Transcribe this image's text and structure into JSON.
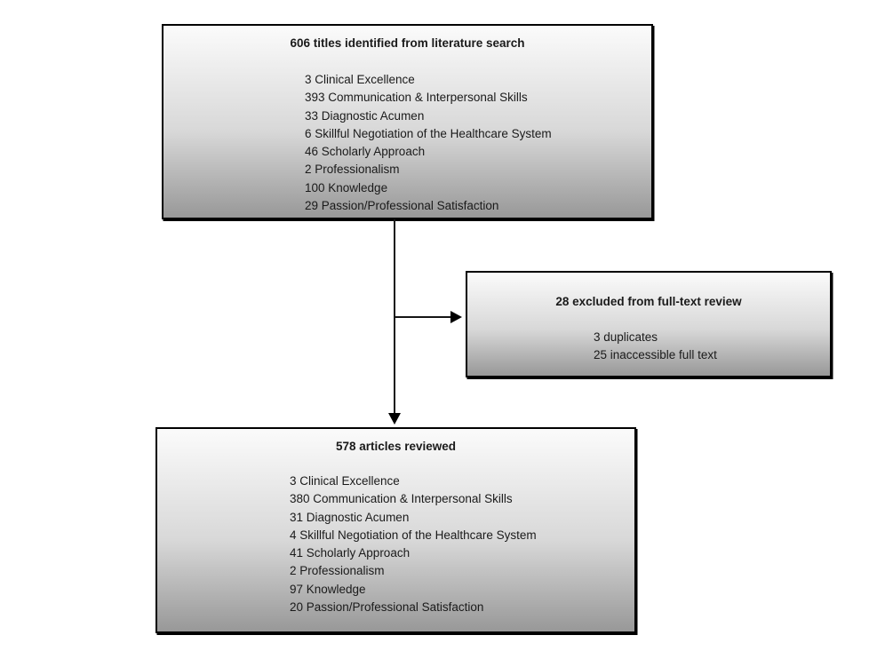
{
  "diagram": {
    "identified_box": {
      "title": "606 titles identified from literature search",
      "items": [
        "3 Clinical Excellence",
        "393 Communication & Interpersonal Skills",
        "33 Diagnostic Acumen",
        "6 Skillful Negotiation of the Healthcare System",
        "46 Scholarly Approach",
        "2 Professionalism",
        "100 Knowledge",
        "29 Passion/Professional Satisfaction"
      ]
    },
    "excluded_box": {
      "title": "28 excluded from full-text review",
      "items": [
        "3 duplicates",
        "25 inaccessible full text"
      ]
    },
    "reviewed_box": {
      "title": "578 articles reviewed",
      "items": [
        "3 Clinical Excellence",
        "380 Communication & Interpersonal Skills",
        "31 Diagnostic Acumen",
        "4 Skillful Negotiation of the Healthcare System",
        "41 Scholarly Approach",
        "2 Professionalism",
        "97 Knowledge",
        "20 Passion/Professional Satisfaction"
      ]
    },
    "colors": {
      "box_border": "#000000",
      "box_gradient_top": "#fbfbfb",
      "box_gradient_bottom": "#989898",
      "text": "#1a1a1a",
      "background": "#ffffff"
    }
  }
}
